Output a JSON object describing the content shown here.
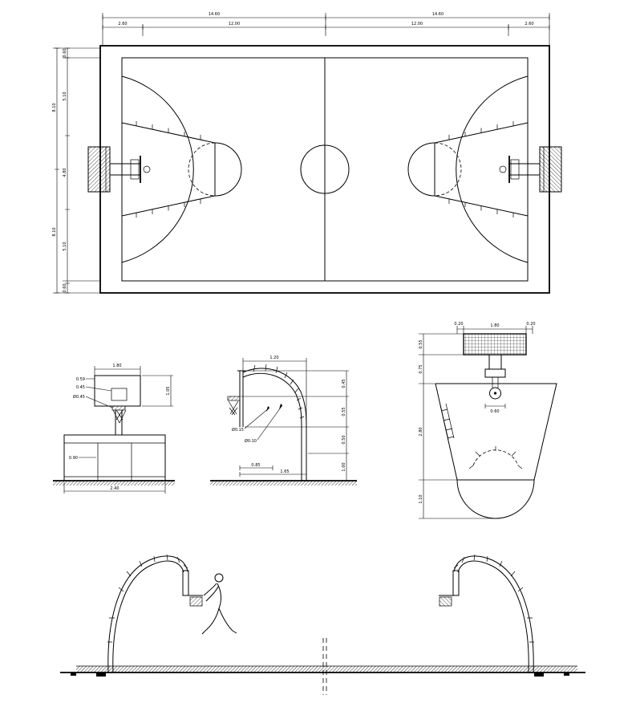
{
  "drawing": {
    "plan": {
      "dim_row1": [
        "14.60",
        "14.60"
      ],
      "dim_row2": [
        "2.60",
        "12.00",
        "12.00",
        "2.60"
      ],
      "dim_left_outer": [
        "8.10",
        "8.10"
      ],
      "dim_left_inner": [
        "0.60",
        "5.10",
        "4.80",
        "5.10",
        "0.60"
      ]
    },
    "front": {
      "dim_width": "1.80",
      "dim_height": "1.05",
      "dim_base": "2.40",
      "leaders": [
        "0.59",
        "0.45",
        "Ø0.45",
        "0.90"
      ]
    },
    "side": {
      "dim_top": "1.20",
      "chain": [
        "0.45",
        "0.55",
        "0.50",
        "1.00"
      ],
      "dim_bottom1": "0.85",
      "dim_bottom2": "1.65",
      "leaders": [
        "Ø0.10",
        "Ø0.15"
      ]
    },
    "plan_detail": {
      "dim_side_left": "0.20",
      "dim_board": "1.80",
      "dim_side_right": "0.20",
      "dim_pole": "0.60",
      "chain": [
        "0.55",
        "0.75",
        "2.80",
        "1.10"
      ]
    }
  }
}
